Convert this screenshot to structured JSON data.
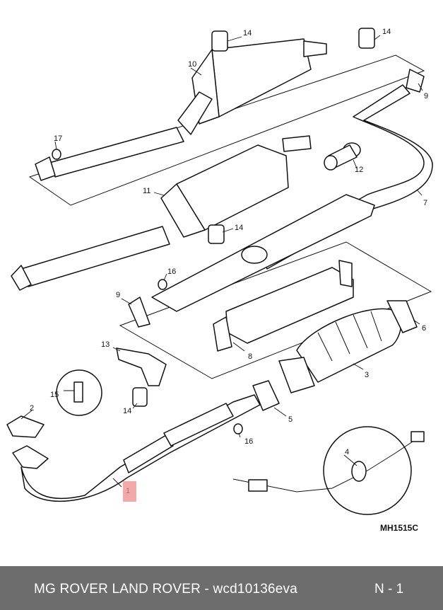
{
  "diagram": {
    "part_labels": [
      "1",
      "2",
      "3",
      "4",
      "5",
      "6",
      "7",
      "8",
      "9",
      "9",
      "10",
      "11",
      "12",
      "13",
      "14",
      "14",
      "14",
      "14",
      "15",
      "16",
      "16",
      "17"
    ],
    "reference_code": "MH1515C",
    "highlight_color": "#f08c8c"
  },
  "footer": {
    "caption": "MG ROVER LAND ROVER - wcd10136eva",
    "page": "N - 1",
    "background": "#6d6d6d"
  }
}
